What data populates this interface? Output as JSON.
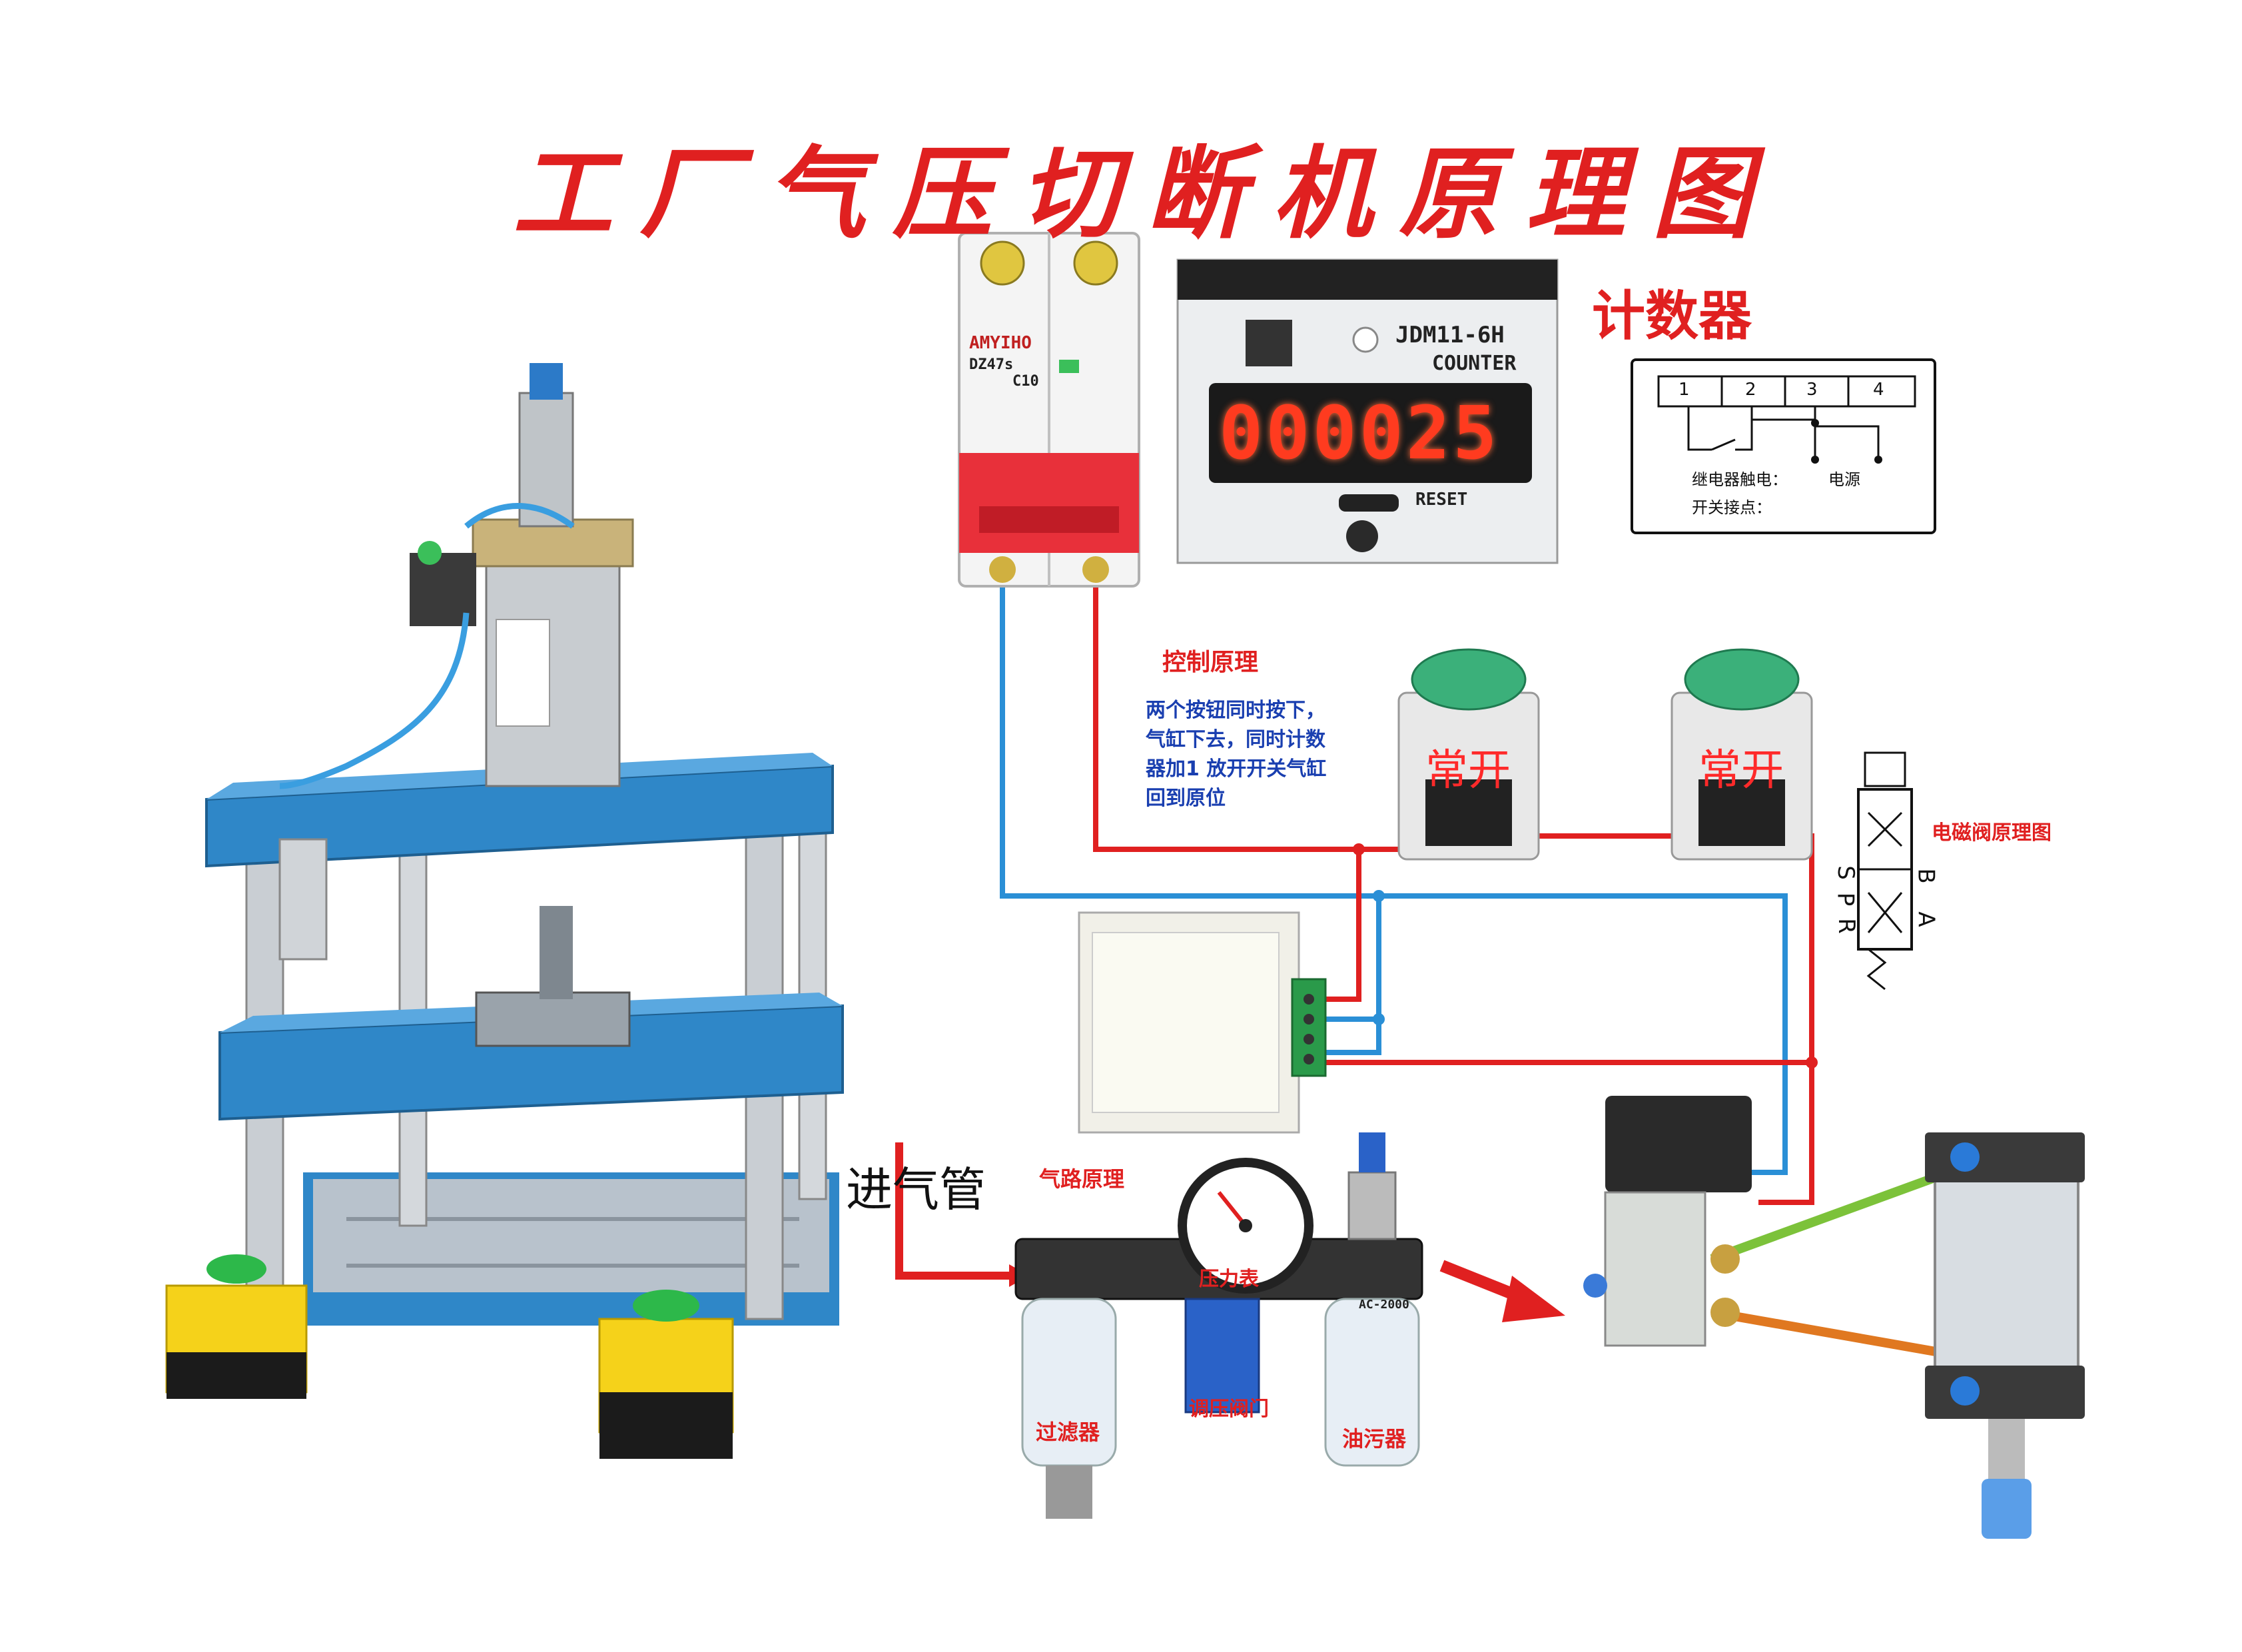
{
  "title": "工厂气压切断机原理图",
  "counter": {
    "label": "计数器",
    "model": "JDM11-6H",
    "type_text": "COUNTER",
    "display_value": "000025",
    "reset_label": "RESET"
  },
  "terminal_diagram": {
    "numbers": [
      "1",
      "2",
      "3",
      "4"
    ],
    "relay_label": "继电器触电：",
    "switch_label": "开关接点：",
    "power_label": "电源"
  },
  "breaker": {
    "brand": "AMYIHO",
    "model": "DZ47s",
    "rating": "C10"
  },
  "control": {
    "heading": "控制原理",
    "description_lines": [
      "两个按钮同时按下，",
      "气缸下去，同时计数",
      "器加1 放开开关气缸",
      "回到原位"
    ]
  },
  "buttons": [
    {
      "label": "常开"
    },
    {
      "label": "常开"
    }
  ],
  "solenoid_diagram": {
    "label": "电磁阀原理图",
    "ports": [
      "B",
      "A",
      "S",
      "P",
      "R"
    ]
  },
  "air_path": {
    "heading": "气路原理",
    "inlet_label": "进气管",
    "components": [
      "过滤器",
      "调压阀门",
      "油污器"
    ],
    "gauge_label": "压力表",
    "frl_model": "AC-2000"
  },
  "colors": {
    "red_wire": "#e02020",
    "blue_wire": "#2a8fd6",
    "green_hose": "#7cc23a",
    "orange_hose": "#e07820",
    "machine_blue": "#2f87c8"
  }
}
